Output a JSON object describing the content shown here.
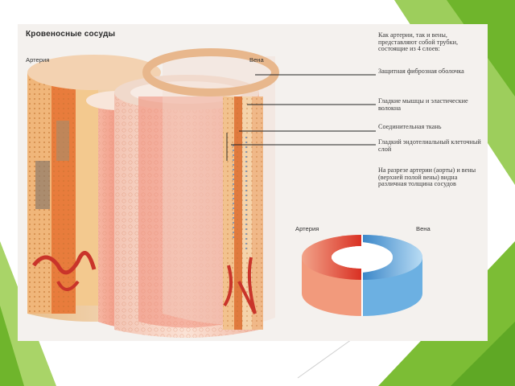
{
  "title": "Кровеносные сосуды",
  "labels": {
    "artery_top": "Артерия",
    "vein_top": "Вена",
    "artery_ring": "Артерия",
    "vein_ring": "Вена"
  },
  "intro": "Как артерии, так и вены, представляют собой трубки, состоящие из 4 слоев:",
  "layers": [
    {
      "name": "Защитная фиброзная оболочка"
    },
    {
      "name": "Гладкие мышцы и эластические волокна"
    },
    {
      "name": "Соединительная ткань"
    },
    {
      "name": "Гладкий эндотелиальный клеточный слой"
    }
  ],
  "caption": "На разрезе артерии (аорты) и вены (верхней полой вены) видна различная толщина сосудов",
  "colors": {
    "slide_accent": "#6fb52c",
    "artery_red": "#e0483a",
    "vein_blue": "#4a9ad6"
  }
}
